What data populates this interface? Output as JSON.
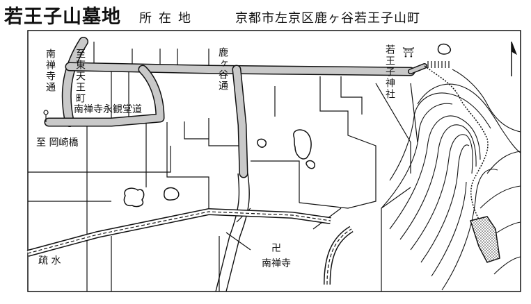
{
  "header": {
    "title": "若王子山墓地",
    "location_label": "所在地",
    "location_value": "京都市左京区鹿ヶ谷若王子山町"
  },
  "map": {
    "labels": {
      "nanzenji_dori": "南禅寺通",
      "to_higashi_tenno": "至東天王町",
      "shishigatani_dori": "鹿ヶ谷通",
      "nyakuoji_jinja": "若王子神社",
      "nanzenji_eikando_michi": "南禅寺永観堂道",
      "to_okazaki_bashi": "至 岡崎橋",
      "sosui": "疏 水",
      "nanzenji": "南禅寺"
    },
    "symbols": {
      "temple": "卍",
      "shrine": "⛩"
    },
    "icons": {
      "temple": "manji-temple-icon",
      "shrine": "torii-shrine-icon",
      "north": "north-arrow-icon",
      "cemetery": "cemetery-hatched-area"
    },
    "colors": {
      "ink": "#111111",
      "road_fill": "#c9c9c9",
      "paper": "#ffffff"
    }
  }
}
